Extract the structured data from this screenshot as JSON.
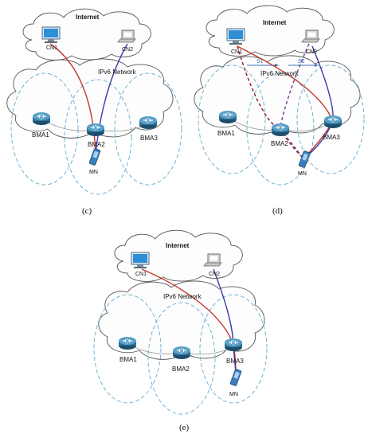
{
  "panels": [
    {
      "caption": "(c)",
      "internet": "Internet",
      "network": "IPv6 Network",
      "cn1": "CN1",
      "cn2": "CN2",
      "bma1": "BMA1",
      "bma2": "BMA2",
      "bma3": "BMA3",
      "mn": "MN"
    },
    {
      "caption": "(d)",
      "internet": "Internet",
      "network": "IPv6 Network",
      "cn1": "CN1",
      "cn2": "CN2",
      "bma1": "BMA1",
      "bma2": "BMA2",
      "bma3": "BMA3",
      "mn": "MN",
      "s1": "S1",
      "s2": "S2"
    },
    {
      "caption": "(e)",
      "internet": "Internet",
      "network": "IPv6 Network",
      "cn1": "CN1",
      "cn2": "CN2",
      "bma1": "BMA1",
      "bma2": "BMA2",
      "bma3": "BMA3",
      "mn": "MN"
    }
  ],
  "colors": {
    "red_path": "#c0392b",
    "blue_path": "#3b3ba8",
    "purple_dashed": "#7b3a8f",
    "red_dashed": "#8b1a2a",
    "cell_circle": "#6fb3d6",
    "router": "#2f6f95"
  }
}
